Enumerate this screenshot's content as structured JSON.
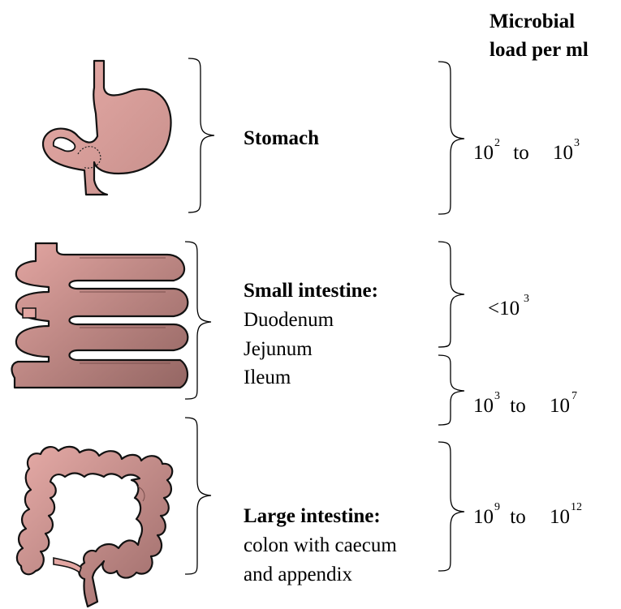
{
  "header": {
    "line1": "Microbial",
    "line2": "load per ml"
  },
  "organs": [
    {
      "title": "Stomach",
      "lines": [],
      "load": [
        {
          "base": "10",
          "exp": "2",
          "mid": " to ",
          "base2": "10",
          "exp2": "3"
        }
      ]
    },
    {
      "title": "Small intestine:",
      "lines": [
        "Duodenum",
        "Jejunum",
        "Ileum"
      ],
      "load": [
        {
          "prefix": "<10",
          "exp": "3"
        },
        {
          "base": "10",
          "exp": "3",
          "mid": " to ",
          "base2": "10",
          "exp2": "7"
        }
      ]
    },
    {
      "title": "Large intestine:",
      "lines": [
        "colon with caecum",
        "and appendix"
      ],
      "load": [
        {
          "base": "10",
          "exp": "9",
          "mid": " to ",
          "base2": "10",
          "exp2": "12"
        }
      ]
    }
  ],
  "colors": {
    "organ_light": "#e3a6a2",
    "organ_dark": "#9c6b69",
    "outline": "#111111"
  }
}
